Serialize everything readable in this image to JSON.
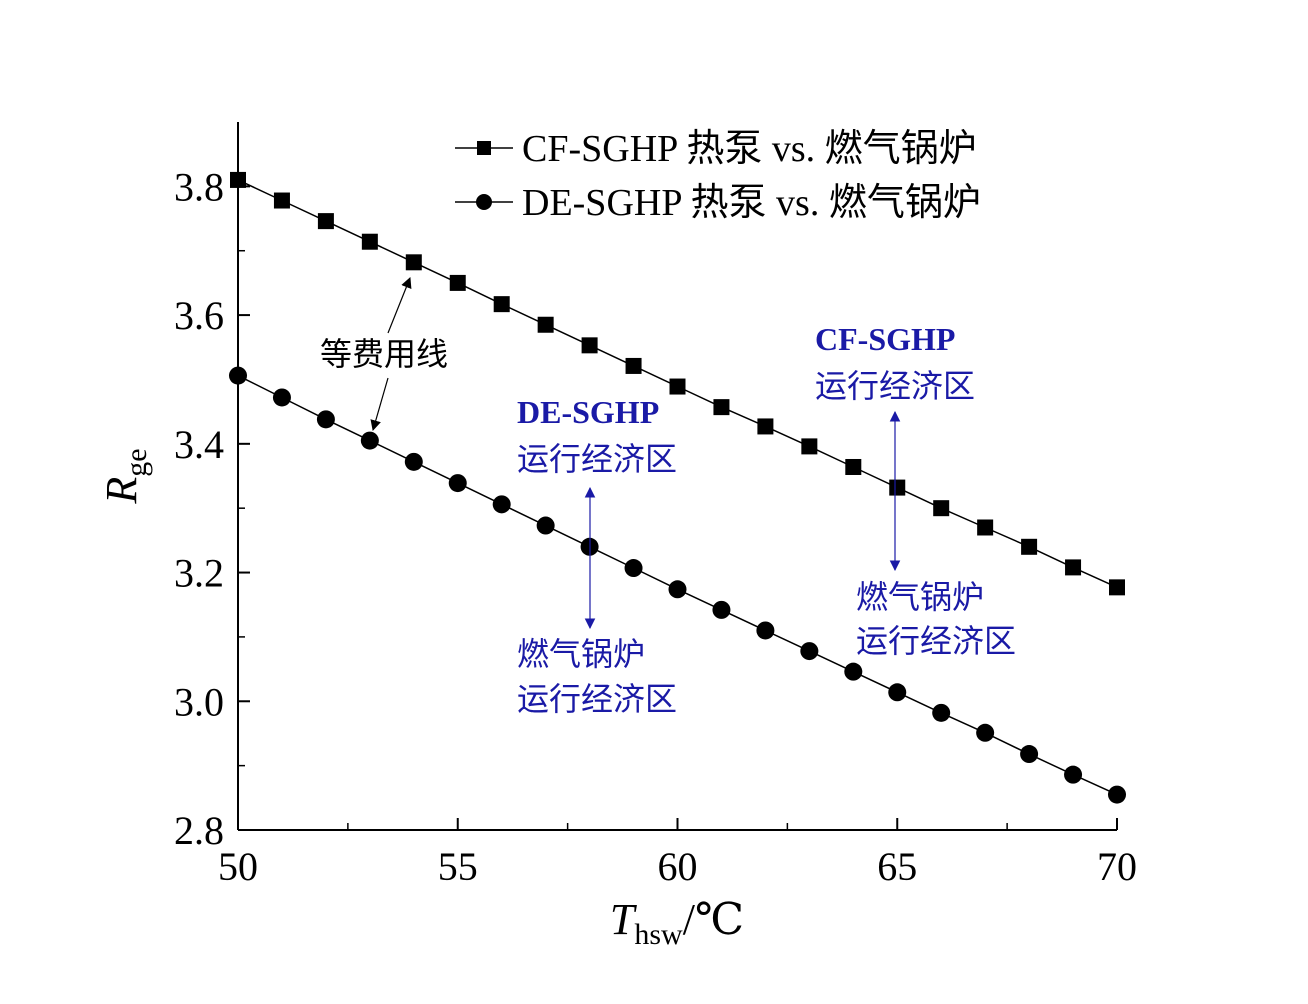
{
  "chart_data": {
    "type": "line",
    "xlabel": {
      "main": "T",
      "sub": "hsw",
      "unit": "/℃"
    },
    "ylabel": {
      "main": "R",
      "sub": "ge"
    },
    "xlim": [
      50,
      70
    ],
    "ylim": [
      2.8,
      3.9
    ],
    "xticks": [
      50,
      55,
      60,
      65,
      70
    ],
    "yticks": [
      2.8,
      3.0,
      3.2,
      3.4,
      3.6,
      3.8
    ],
    "x": [
      50,
      51,
      52,
      53,
      54,
      55,
      56,
      57,
      58,
      59,
      60,
      61,
      62,
      63,
      64,
      65,
      66,
      67,
      68,
      69,
      70
    ],
    "series": [
      {
        "name": "CF-SGHP 热泵 vs. 燃气锅炉",
        "marker": "square",
        "values": [
          3.81,
          3.778,
          3.746,
          3.714,
          3.682,
          3.65,
          3.617,
          3.585,
          3.553,
          3.521,
          3.489,
          3.457,
          3.427,
          3.396,
          3.364,
          3.332,
          3.3,
          3.27,
          3.24,
          3.208,
          3.177
        ]
      },
      {
        "name": "DE-SGHP 热泵 vs. 燃气锅炉",
        "marker": "circle",
        "values": [
          3.506,
          3.472,
          3.438,
          3.405,
          3.372,
          3.339,
          3.306,
          3.273,
          3.24,
          3.207,
          3.174,
          3.142,
          3.11,
          3.078,
          3.046,
          3.014,
          2.982,
          2.951,
          2.918,
          2.886,
          2.855
        ]
      }
    ],
    "legend_position": "top-right",
    "grid": false,
    "annotations": {
      "iso_cost": {
        "label": "等费用线"
      },
      "de_zone_upper": {
        "line1": "DE-SGHP",
        "line2": "运行经济区"
      },
      "de_zone_lower": {
        "line1": "燃气锅炉",
        "line2": "运行经济区"
      },
      "cf_zone_upper": {
        "line1": "CF-SGHP",
        "line2": "运行经济区"
      },
      "cf_zone_lower": {
        "line1": "燃气锅炉",
        "line2": "运行经济区"
      }
    },
    "colors": {
      "axis": "#000000",
      "series": "#000000",
      "annotation": "#1a1aa6"
    }
  }
}
